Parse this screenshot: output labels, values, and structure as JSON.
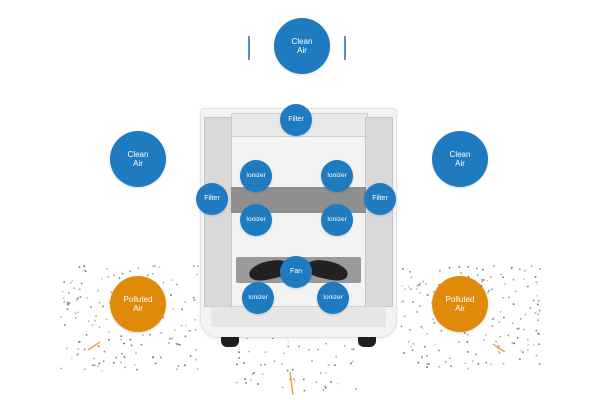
{
  "labels": {
    "clean_air_top": [
      "Clean",
      "Air"
    ],
    "clean_air_left": [
      "Clean",
      "Air"
    ],
    "clean_air_right": [
      "Clean",
      "Air"
    ],
    "polluted_air_left": [
      "Polluted",
      "Air"
    ],
    "polluted_air_right": [
      "Polluted",
      "Air"
    ],
    "filter_top": "Filter",
    "filter_left": "Filter",
    "filter_right": "Filter",
    "ionizer": "Ionizer",
    "fan": "Fan"
  },
  "colors": {
    "clean": "#1e7bbf",
    "polluted": "#e08a0a",
    "particle": "#555555",
    "arrow_clean": "#4a90d9",
    "arrow_polluted": "#f0a050"
  }
}
